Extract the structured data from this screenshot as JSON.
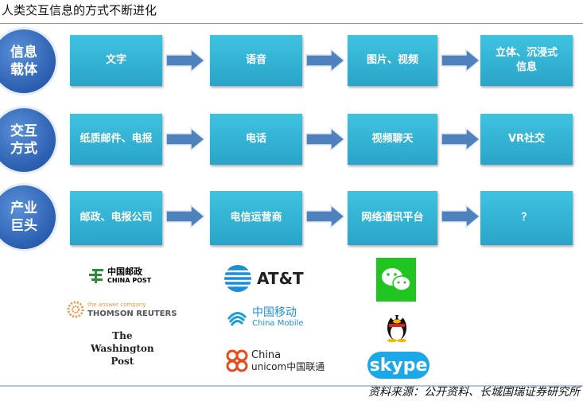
{
  "title": "人类交互信息的方式不断进化",
  "rows": [
    {
      "label": "信息\n载体",
      "steps": [
        "文字",
        "语音",
        "图片、视频",
        "立体、沉浸式\n信息"
      ]
    },
    {
      "label": "交互\n方式",
      "steps": [
        "纸质邮件、电报",
        "电话",
        "视频聊天",
        "VR社交"
      ]
    },
    {
      "label": "产业\n巨头",
      "steps": [
        "邮政、电报公司",
        "电信运营商",
        "网络通讯平台",
        "？"
      ]
    }
  ],
  "logos": {
    "china_post": {
      "cn": "中国邮政",
      "en": "CHINA POST"
    },
    "reuters": {
      "tag": "the answer company",
      "name": "THOMSON REUTERS"
    },
    "wapo": [
      "The",
      "Washington",
      "Post"
    ],
    "att": "AT&T",
    "china_mobile": {
      "cn": "中国移动",
      "en": "China Mobile"
    },
    "unicom": {
      "en1": "China",
      "en2": "unicom",
      "cn": "中国联通"
    },
    "skype": "skype"
  },
  "source": "资料来源：公开资料、长城国瑞证券研究所",
  "colors": {
    "circle": "#2a5fb0",
    "box": "#31b4d6",
    "arrow": "#4f81bd"
  }
}
